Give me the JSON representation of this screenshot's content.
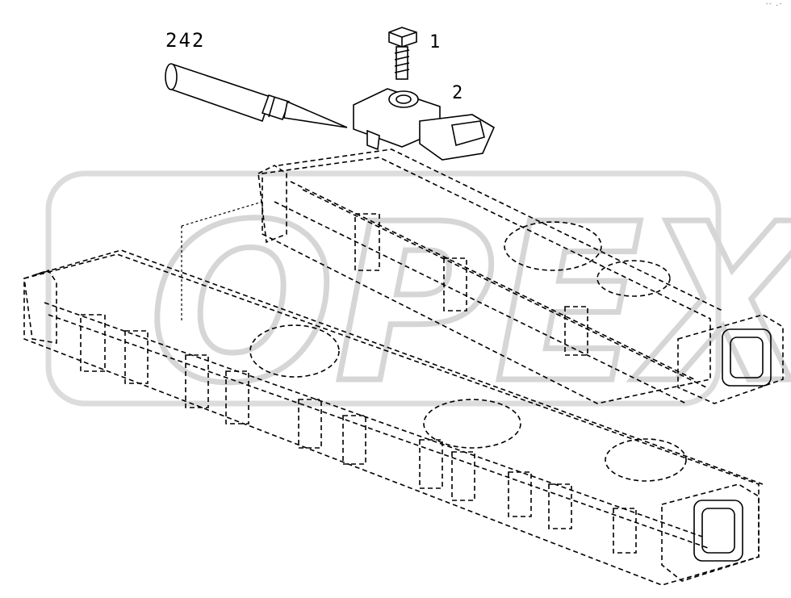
{
  "callouts": {
    "tool": "242",
    "bolt": "1",
    "sensor": "2"
  },
  "corner_mark": "-- .-",
  "watermark": {
    "text": "OPEX",
    "color": "#d6d6d6"
  },
  "icons": {
    "bolt": "hex-bolt-icon",
    "sensor": "pressure-sensor-icon",
    "tool": "installer-tool-icon"
  }
}
